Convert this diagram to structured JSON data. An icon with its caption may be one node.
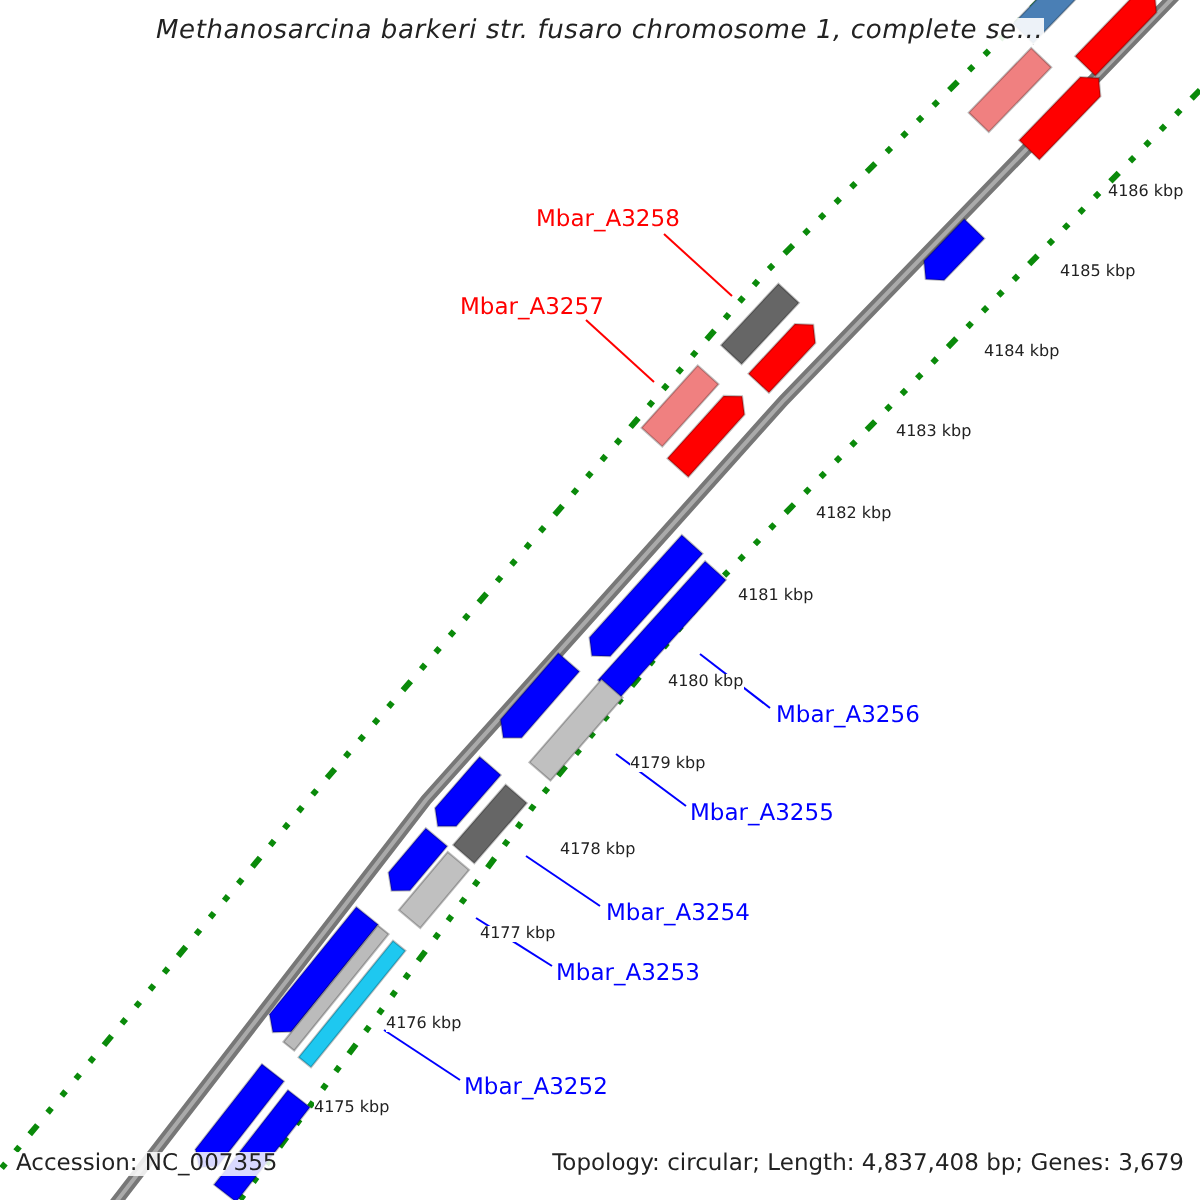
{
  "diagram": {
    "title": "Methanosarcina barkeri str. fusaro chromosome 1, complete se...",
    "nodes": [
      {
        "text": [
          "Mbar_A3258"
        ]
      },
      {
        "text": [
          "Mbar_A3257"
        ]
      },
      {
        "text": [
          "Mbar_A3256"
        ]
      },
      {
        "text": [
          "Mbar_A3255"
        ]
      },
      {
        "text": [
          "Mbar_A3254"
        ]
      },
      {
        "text": [
          "Mbar_A3253"
        ]
      },
      {
        "text": [
          "Mbar_A3252"
        ]
      },
      {
        "text": [],
        "shape": "bar"
      },
      {
        "text": [],
        "shape": "bar"
      },
      {
        "text": [],
        "shape": "bar"
      },
      {
        "text": [],
        "shape": "bar"
      },
      {
        "text": [],
        "shape": "bar"
      },
      {
        "text": [],
        "shape": "bar"
      },
      {
        "text": [],
        "shape": "bar"
      },
      {
        "text": [],
        "shape": "bar"
      },
      {
        "text": [],
        "shape": "bar"
      },
      {
        "text": [],
        "shape": "bar"
      },
      {
        "text": [],
        "shape": "bar"
      },
      {
        "text": [],
        "shape": "bar"
      },
      {
        "text": [],
        "shape": "bar"
      },
      {
        "text": [],
        "shape": "bar"
      },
      {
        "text": [],
        "shape": "bar"
      },
      {
        "text": [],
        "shape": "bar"
      },
      {
        "text": [],
        "shape": "bar"
      },
      {
        "text": [],
        "shape": "bar"
      },
      {
        "text": [],
        "shape": "bar"
      },
      {
        "text": [],
        "shape": "bar"
      },
      {
        "text": [],
        "shape": "bar"
      },
      {
        "text": [],
        "shape": "bar"
      }
    ],
    "edges": [
      {
        "from": 0,
        "to": 12,
        "arrow": "none",
        "color": "#ff0000"
      },
      {
        "from": 1,
        "to": 14,
        "arrow": "none",
        "color": "#ff0000"
      },
      {
        "from": 2,
        "to": 17,
        "arrow": "none"
      },
      {
        "from": 3,
        "to": 19,
        "arrow": "none"
      },
      {
        "from": 4,
        "to": 21,
        "arrow": "none"
      },
      {
        "from": 5,
        "to": 23,
        "arrow": "none"
      },
      {
        "from": 6,
        "to": 26,
        "arrow": "none"
      }
    ],
    "labels": [
      "4186 kbp",
      "4185 kbp",
      "4184 kbp",
      "4183 kbp",
      "4182 kbp",
      "4181 kbp",
      "4180 kbp",
      "4179 kbp",
      "4178 kbp",
      "4177 kbp",
      "4176 kbp",
      "4175 kbp",
      "Accession: NC_007355",
      "Topology: circular; Length: 4,837,408 bp; Genes: 3,679"
    ]
  }
}
